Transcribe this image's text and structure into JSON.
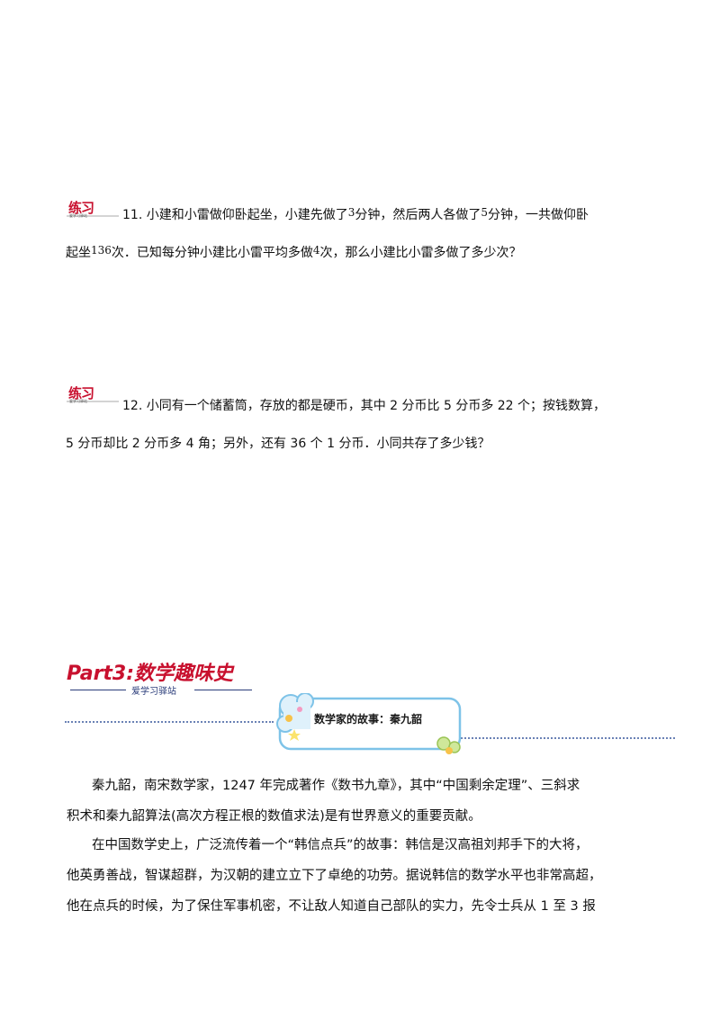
{
  "practice_logo": {
    "label": "练习",
    "sub": "爱学习驿站"
  },
  "problem11": {
    "line1": [
      "11. 小建和小雷做仰卧起坐，小建先做了",
      "3",
      "分钟，然后两人各做了",
      "5",
      "分钟，一共做仰卧"
    ],
    "line2": [
      "起坐",
      "136",
      "次．已知每分钟小建比小雷平均多做",
      "4",
      "次，那么小建比小雷多做了多少次？"
    ]
  },
  "problem12": {
    "line1": "12. 小同有一个储蓄筒，存放的都是硬币，其中 2 分币比 5 分币多 22 个；按钱数算，",
    "line2": "5 分币却比 2 分币多 4 角；另外，还有 36 个 1 分币．小同共存了多少钱？"
  },
  "part3": {
    "title": "Part3:数学趣味史",
    "subtitle": "爱学习驿站"
  },
  "story_box": {
    "title": "数学家的故事：秦九韶"
  },
  "paragraphs": [
    [
      "秦九韶，南宋数学家，1247 年完成著作《数书九章》，其中“中国剩余定理”、三斜求",
      "积术和秦九韶算法(高次方程正根的数值求法)是有世界意义的重要贡献。"
    ],
    [
      "在中国数学史上，广泛流传着一个“韩信点兵”的故事：韩信是汉高祖刘邦手下的大将，",
      "他英勇善战，智谋超群，为汉朝的建立立下了卓绝的功劳。据说韩信的数学水平也非常高超，",
      "他在点兵的时候，为了保住军事机密，不让敌人知道自己部队的实力，先令士兵从 1 至 3 报"
    ]
  ],
  "colors": {
    "accent_red": "#c8102e",
    "navy": "#2a3c7a",
    "dotted": "#6a82b5",
    "box_border": "#7ec3e8"
  }
}
